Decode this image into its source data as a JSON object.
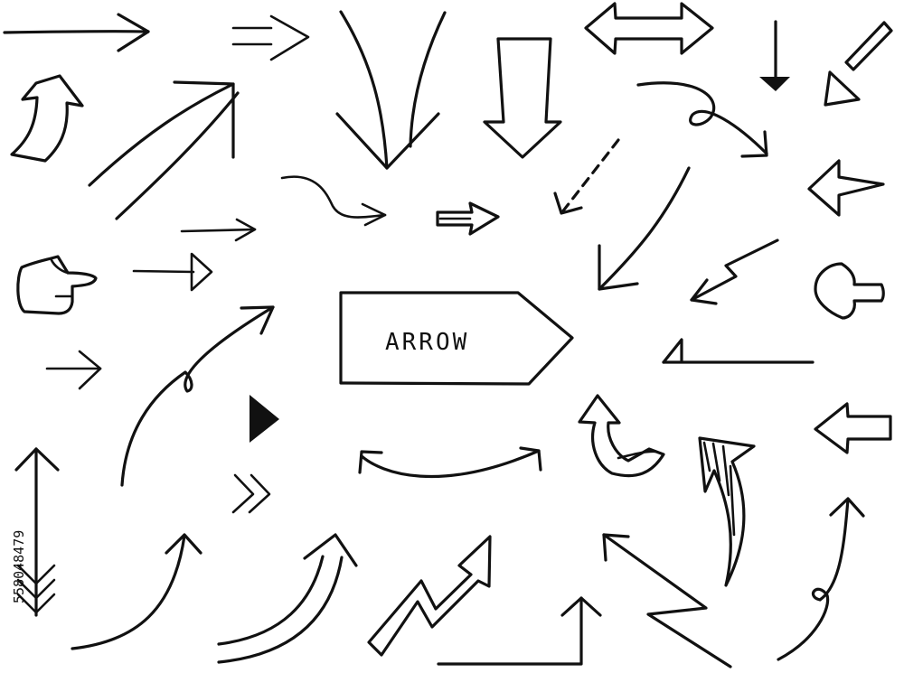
{
  "content": {
    "center_label": "ARROW",
    "side_code": "558048479"
  },
  "style": {
    "ink_color": "#111111",
    "background": "#ffffff"
  },
  "icons": {
    "arrow_count": 44
  }
}
